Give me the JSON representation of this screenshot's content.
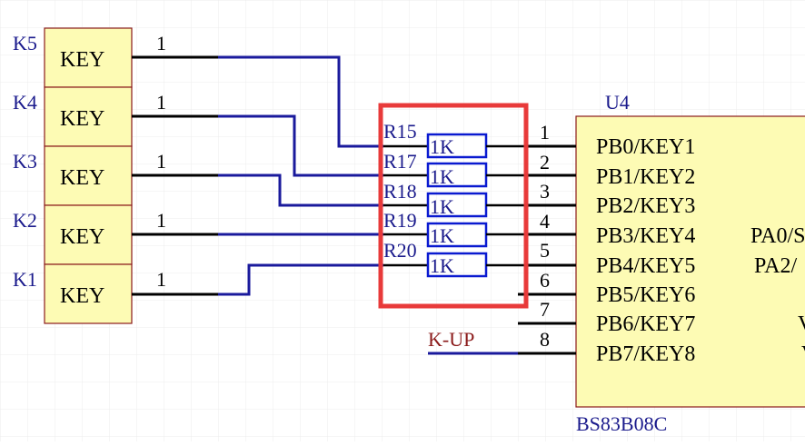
{
  "keys": [
    {
      "ref": "K5",
      "label": "KEY",
      "pin": "1"
    },
    {
      "ref": "K4",
      "label": "KEY",
      "pin": "1"
    },
    {
      "ref": "K3",
      "label": "KEY",
      "pin": "1"
    },
    {
      "ref": "K2",
      "label": "KEY",
      "pin": "1"
    },
    {
      "ref": "K1",
      "label": "KEY",
      "pin": "1"
    }
  ],
  "resistors": [
    {
      "ref": "R15",
      "value": "1K"
    },
    {
      "ref": "R17",
      "value": "1K"
    },
    {
      "ref": "R18",
      "value": "1K"
    },
    {
      "ref": "R19",
      "value": "1K"
    },
    {
      "ref": "R20",
      "value": "1K"
    }
  ],
  "ic": {
    "ref": "U4",
    "part": "BS83B08C",
    "left_pins": [
      {
        "num": "1",
        "name": "PB0/KEY1"
      },
      {
        "num": "2",
        "name": "PB1/KEY2"
      },
      {
        "num": "3",
        "name": "PB2/KEY3"
      },
      {
        "num": "4",
        "name": "PB3/KEY4"
      },
      {
        "num": "5",
        "name": "PB4/KEY5"
      },
      {
        "num": "6",
        "name": "PB5/KEY6"
      },
      {
        "num": "7",
        "name": "PB6/KEY7"
      },
      {
        "num": "8",
        "name": "PB7/KEY8"
      }
    ],
    "right_pins_partial": [
      "PA0/S",
      "PA2/",
      "V",
      "V"
    ]
  },
  "net_label": "K-UP",
  "colors": {
    "background": "#ffffff",
    "grid": "#ececec",
    "component_fill": "#fdfbb4",
    "component_border": "#8b1a1a",
    "wire": "#1a1a9c",
    "pin": "#000000",
    "designator": "#1a1a8c",
    "part_text": "#000000",
    "net_label": "#8b1a1a",
    "resistor_box": "#0a1ad0",
    "highlight": "#e83a3a"
  }
}
